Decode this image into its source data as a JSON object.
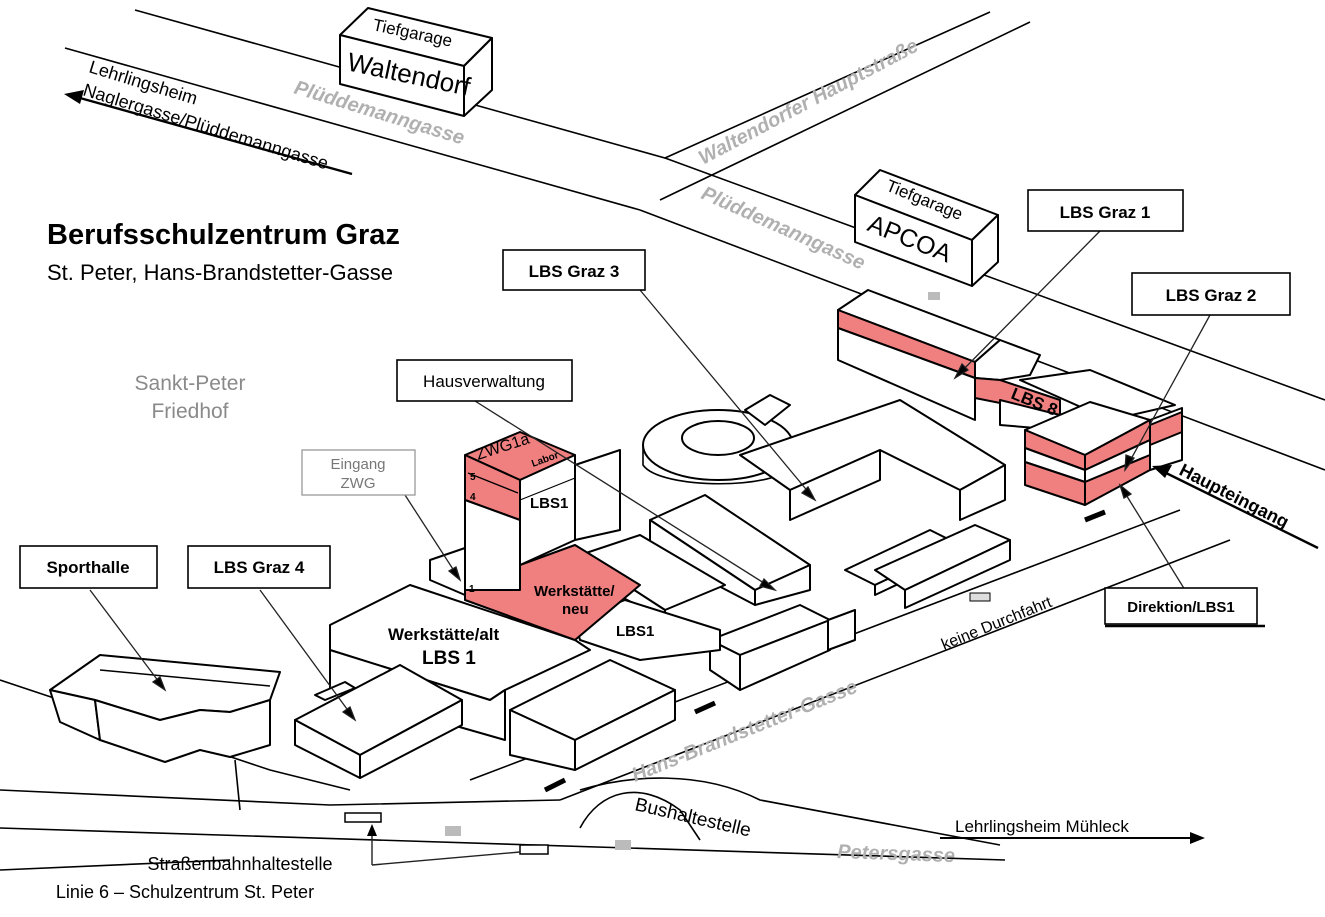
{
  "title": {
    "main": "Berufsschulzentrum Graz",
    "sub": "St. Peter, Hans-Brandstetter-Gasse"
  },
  "landmark": {
    "line1": "Sankt-Peter",
    "line2": "Friedhof"
  },
  "streets": {
    "plueddemann_top": "Plüddemanngasse",
    "plueddemann_right": "Plüddemanngasse",
    "waltendorfer": "Waltendorfer Hauptstraße",
    "hans_brandstetter": "Hans-Brandstetter-Gasse",
    "peters": "Petersgasse"
  },
  "garages": [
    {
      "small": "Tiefgarage",
      "big": "Waltendorf"
    },
    {
      "small": "Tiefgarage",
      "big": "APCOA"
    }
  ],
  "directions": {
    "lehrlingsheim_naglergasse": {
      "line1": "Lehrlingsheim",
      "line2": "Naglergasse/Plüddemanngasse"
    },
    "lehrlingsheim_muehleck": "Lehrlingsheim Mühleck",
    "haupteingang": "Haupteingang",
    "keine_durchfahrt": "keine Durchfahrt",
    "bushaltestelle": "Bushaltestelle",
    "strassenbahn": {
      "line1": "Straßenbahnhaltestelle",
      "line2": "Linie 6 – Schulzentrum St. Peter"
    }
  },
  "callouts": {
    "lbs1": "LBS Graz 1",
    "lbs2": "LBS Graz 2",
    "lbs3": "LBS Graz 3",
    "lbs4": "LBS Graz 4",
    "hausverwaltung": "Hausverwaltung",
    "sporthalle": "Sporthalle",
    "eingang": {
      "line1": "Eingang",
      "line2": "ZWG"
    },
    "direktion": "Direktion/LBS1"
  },
  "building_labels": {
    "zwg1a": "ZWG1a",
    "labor": "Labor",
    "floor5": "5",
    "floor4": "4",
    "floor1": "1",
    "lbs1_tower": "LBS1",
    "werkstaette_neu_1": "Werkstätte/",
    "werkstaette_neu_2": "neu",
    "lbs1_right": "LBS1",
    "werkstaette_alt": "Werkstätte/alt",
    "werkstaette_alt_lbs": "LBS 1",
    "lbs8": "LBS 8"
  },
  "colors": {
    "highlight": "#f08080",
    "street_text": "#b0b0b0",
    "landmark_text": "#8a8a8a"
  }
}
